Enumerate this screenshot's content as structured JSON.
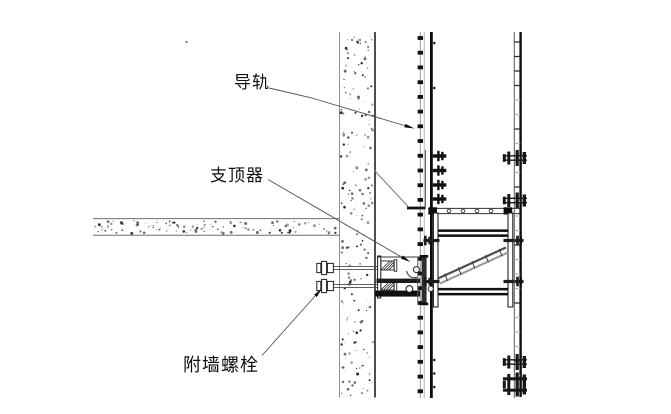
{
  "figure": {
    "type": "engineering-detail-drawing",
    "subject": "attached-lifting-scaffold wall anchor detail",
    "labels": [
      {
        "id": "guide_rail",
        "text": "导轨",
        "target": "guide-rail"
      },
      {
        "id": "jack",
        "text": "支顶器",
        "target": "jack-device"
      },
      {
        "id": "wall_bolt",
        "text": "附墙螺栓",
        "target": "wall-anchor-bolts"
      }
    ],
    "components": [
      "concrete-column",
      "floor-slab",
      "guide-rail",
      "rail-splice-bolts",
      "wall-anchor-bracket",
      "jack-device",
      "wall-anchor-bolts",
      "carriage-frame",
      "diagonal-brace",
      "rail-ladder",
      "ladder-clamps"
    ],
    "colors": {
      "line_dark": "#141414",
      "line_mid": "#3a3a3a",
      "line_light": "#9a9a9a",
      "background": "#ffffff"
    }
  }
}
